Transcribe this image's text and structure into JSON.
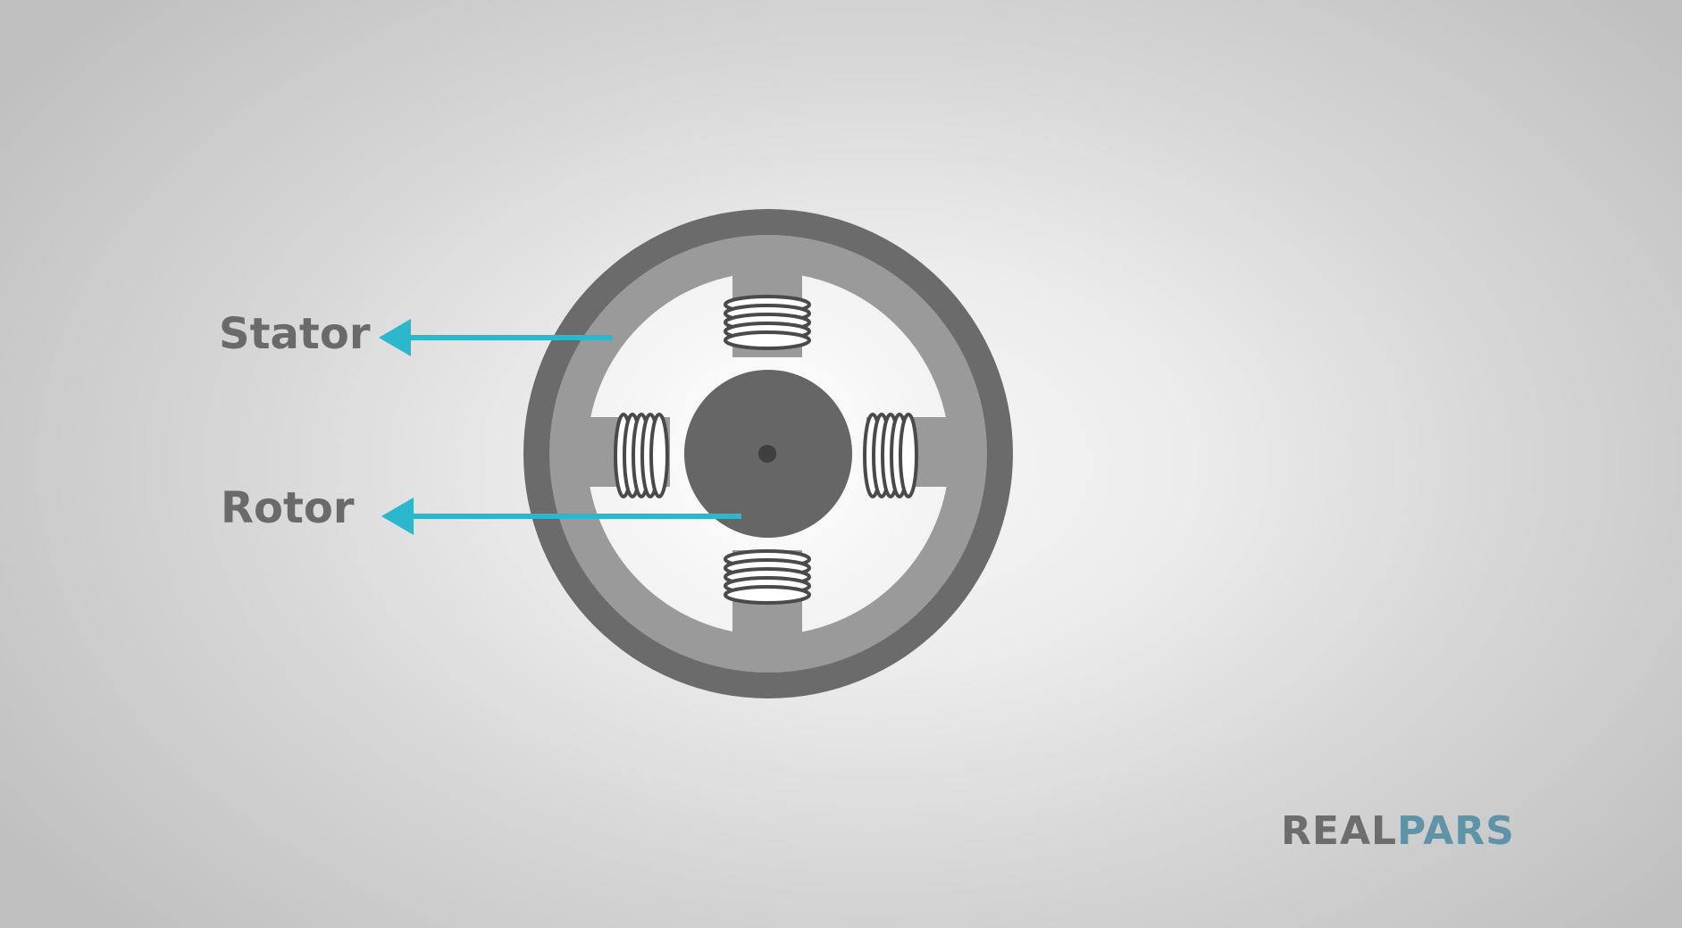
{
  "labels": {
    "stator": "Stator",
    "rotor": "Rotor"
  },
  "logo": {
    "part1": "REAL",
    "part2": "PARS"
  },
  "colors": {
    "arrow": "#2bb8cc",
    "outer_ring": "#6b6b6b",
    "stator_ring": "#9a9a9a",
    "rotor": "#666666",
    "coil": "#4a4a4a",
    "logo_primary": "#6d6d6d",
    "logo_accent": "#5f93a8"
  }
}
